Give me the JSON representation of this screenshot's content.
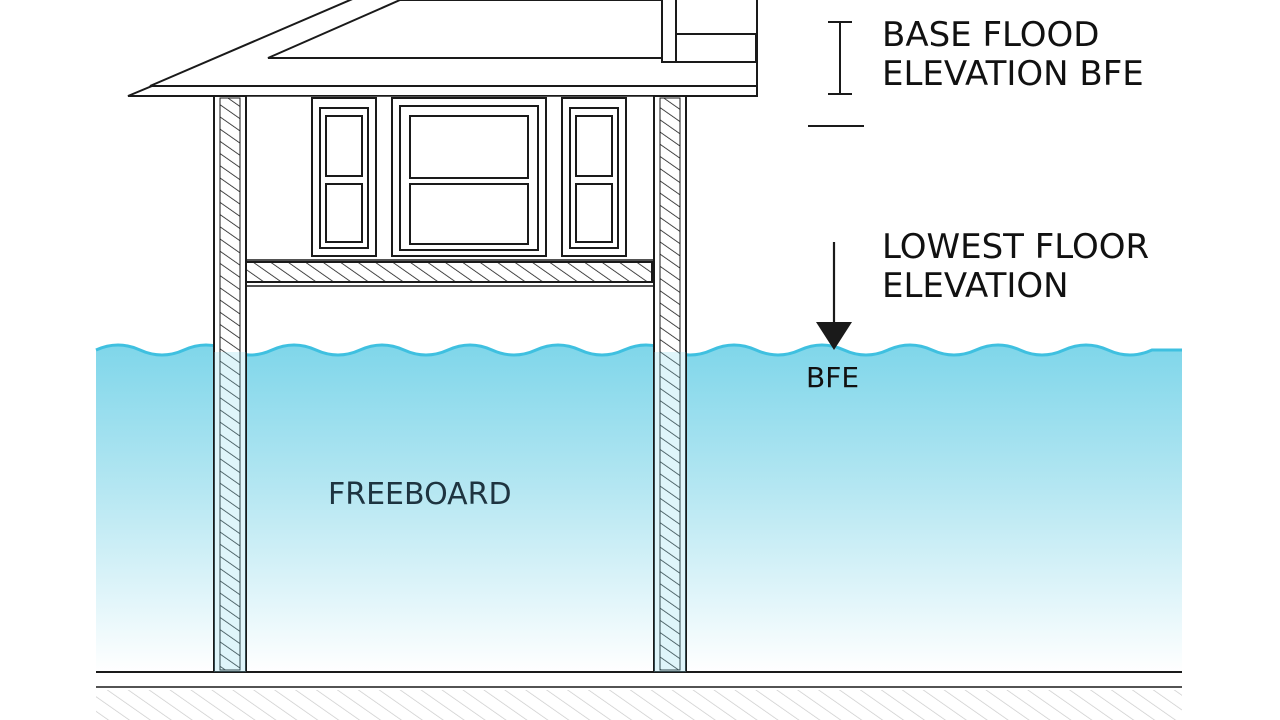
{
  "labels": {
    "bfe_top_line1": "BASE FLOOD",
    "bfe_top_line2": "ELEVATION BFE",
    "lowest_floor_line1": "LOWEST FLOOR",
    "lowest_floor_line2": "ELEVATION",
    "bfe_short": "BFE",
    "freeboard": "FREEBOARD"
  },
  "colors": {
    "line": "#1a1a1a",
    "water_top": "#7fd6ea",
    "water_bottom": "#ffffff",
    "water_edge": "#3fc0e0",
    "text": "#111111"
  }
}
